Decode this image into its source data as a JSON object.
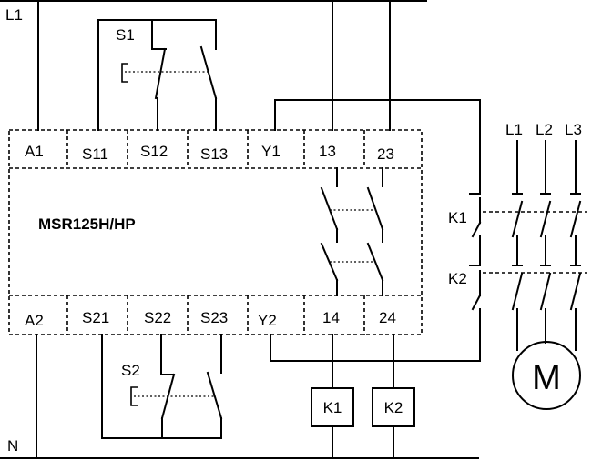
{
  "supply": {
    "line": "L1",
    "neutral": "N"
  },
  "module": {
    "model": "MSR125H/HP"
  },
  "terminals_top": [
    "A1",
    "S11",
    "S12",
    "S13",
    "Y1",
    "13",
    "23"
  ],
  "terminals_bottom": [
    "A2",
    "S21",
    "S22",
    "S23",
    "Y2",
    "14",
    "24"
  ],
  "switches": {
    "s1": "S1",
    "s2": "S2"
  },
  "coils": {
    "k1": "K1",
    "k2": "K2"
  },
  "contactors": {
    "k1": "K1",
    "k2": "K2"
  },
  "phases": [
    "L1",
    "L2",
    "L3"
  ],
  "motor": {
    "label": "M"
  }
}
